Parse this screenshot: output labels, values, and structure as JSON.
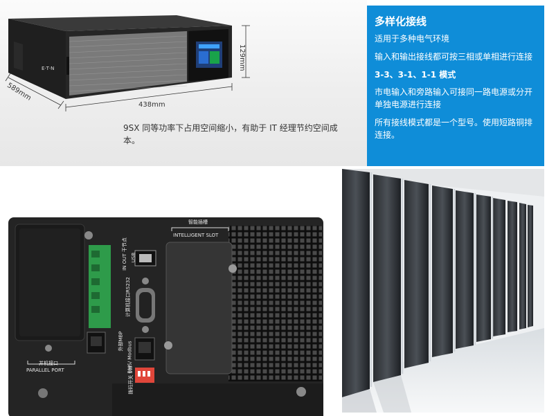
{
  "product": {
    "depth_label": "589mm",
    "width_label": "438mm",
    "height_label": "129mm",
    "logo_text": "E·T·N",
    "caption": "9SX 同等功率下占用空间缩小，有助于 IT 经理节约空间成本。"
  },
  "info_box": {
    "title": "多样化接线",
    "line1": "适用于多种电气环境",
    "line2": "输入和输出接线都可按三相或单相进行连接",
    "subtitle": "3-3、3-1、1-1 模式",
    "line3": "市电输入和旁路输入可接同一路电源或分开单独电源进行连接",
    "line4": "所有接线模式都是一个型号。使用短路铜排连接。"
  },
  "rear_panel": {
    "parallel_cn": "并机接口",
    "parallel_en": "PARALLEL PORT",
    "slot_cn": "智能插槽",
    "slot_en": "INTELLIGENT SLOT",
    "usb": "USB",
    "rs232": "计算机接口RS232",
    "io": "IN OUT 干节点",
    "mbp": "外部MBP",
    "bms": "BMS/ Modbus",
    "sw": "拨码开关 SW"
  },
  "colors": {
    "info_blue": "#0f8dd8",
    "panel_dark": "#2b2b2b",
    "terminal_green": "#2e9b4a",
    "dip_red": "#e0463a"
  }
}
